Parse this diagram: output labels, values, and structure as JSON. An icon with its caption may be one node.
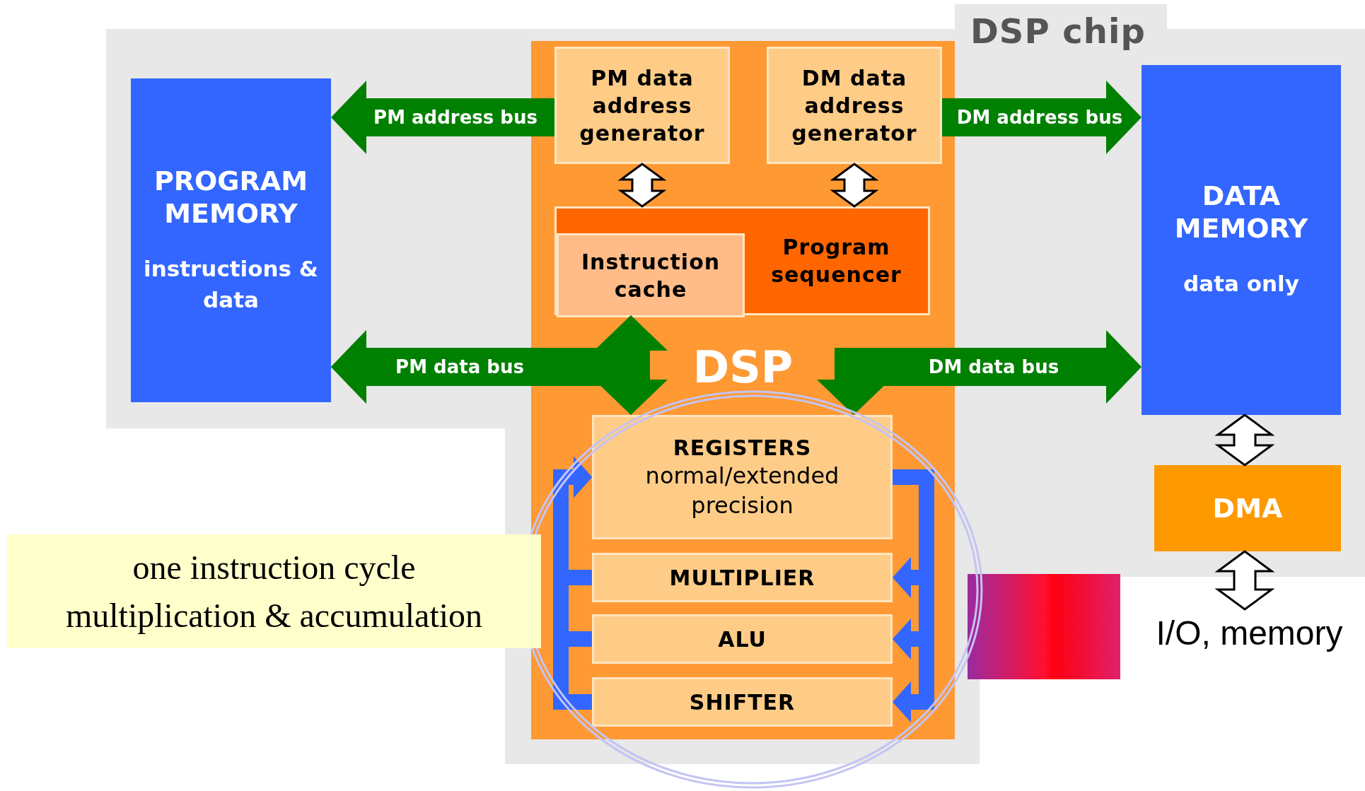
{
  "diagram": {
    "nodes": [
      {
        "text": [
          "PROGRAM MEMORY",
          "instructions & data"
        ]
      },
      {
        "text": [
          "DSP"
        ]
      },
      {
        "text": [
          "PM data address generator"
        ],
        "in": 1
      },
      {
        "text": [
          "DM data address generator"
        ],
        "in": 1
      },
      {
        "text": [
          "Program sequencer"
        ],
        "in": 1
      },
      {
        "text": [
          "Instruction cache"
        ],
        "in": 4
      },
      {
        "text": [
          "REGISTERS",
          "normal/extended precision"
        ],
        "in": 1
      },
      {
        "text": [
          "MULTIPLIER"
        ],
        "in": 1
      },
      {
        "text": [
          "ALU"
        ],
        "in": 1
      },
      {
        "text": [
          "SHIFTER"
        ],
        "in": 1
      },
      {
        "text": [
          "DATA MEMORY",
          "data only"
        ]
      },
      {
        "text": [
          "DMA"
        ]
      },
      {
        "text": [
          "I/O, memory"
        ]
      },
      {
        "text": [
          "one instruction cycle multiplication & accumulation"
        ]
      },
      {
        "text": [],
        "shape": "box"
      }
    ],
    "edges": [
      {
        "from": 2,
        "to": 0,
        "arrow": "to",
        "label": "PM address bus",
        "style": "thick",
        "color": "#008000"
      },
      {
        "from": 3,
        "to": 10,
        "arrow": "to",
        "label": "DM address bus",
        "style": "thick",
        "color": "#008000"
      },
      {
        "from": 0,
        "to": 5,
        "arrow": "both",
        "label": "PM data bus",
        "style": "thick",
        "color": "#008000"
      },
      {
        "from": 0,
        "to": 6,
        "arrow": "both",
        "style": "thick",
        "color": "#008000"
      },
      {
        "from": 6,
        "to": 10,
        "arrow": "both",
        "label": "DM data bus",
        "style": "thick",
        "color": "#008000"
      },
      {
        "from": 2,
        "to": 4,
        "arrow": "both",
        "color": "#ffffff"
      },
      {
        "from": 3,
        "to": 4,
        "arrow": "both",
        "color": "#ffffff"
      },
      {
        "from": 10,
        "to": 11,
        "arrow": "both",
        "color": "#ffffff"
      },
      {
        "from": 11,
        "to": 12,
        "arrow": "both",
        "color": "#ffffff"
      },
      {
        "from": 7,
        "to": 6,
        "arrow": "to",
        "color": "#3366ff"
      },
      {
        "from": 8,
        "to": 6,
        "arrow": "to",
        "color": "#3366ff"
      },
      {
        "from": 9,
        "to": 6,
        "arrow": "to",
        "color": "#3366ff"
      },
      {
        "from": 6,
        "to": 7,
        "arrow": "to",
        "color": "#3366ff"
      },
      {
        "from": 6,
        "to": 8,
        "arrow": "to",
        "color": "#3366ff"
      },
      {
        "from": 6,
        "to": 9,
        "arrow": "to",
        "color": "#3366ff"
      }
    ],
    "labels": [
      "DSP chip"
    ]
  }
}
